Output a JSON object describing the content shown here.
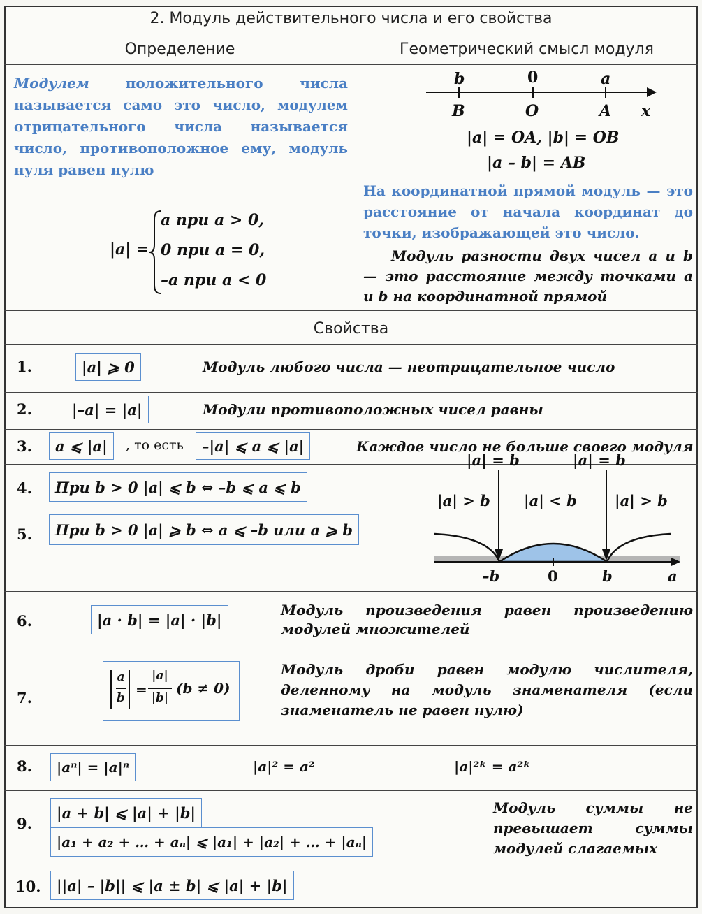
{
  "title": "2. Модуль действительного числа и его свойства",
  "col_definition": "Определение",
  "col_geometric": "Геометрический смысл модуля",
  "definition": {
    "term": "Модулем",
    "text": "положительного числа называется само это число, модулем отрицательного числа называется число, противоположное ему, модуль нуля равен нулю",
    "formula_lhs": "|a| =",
    "cases": [
      "a при a > 0,",
      "0 при a = 0,",
      "–a при a < 0"
    ]
  },
  "geometry": {
    "axis_top_labels": [
      "b",
      "0",
      "a"
    ],
    "axis_bottom_labels": [
      "B",
      "O",
      "A",
      "x"
    ],
    "eq1": "|a| = OA, |b| = OB",
    "eq2": "|a – b| = AB",
    "blue_text": "На координатной прямой модуль — это расстояние от начала координат до точки, изображающей это число.",
    "italic_text": "Модуль разности двух чисел a и b — это расстояние между точками a и b на координатной прямой"
  },
  "properties_header": "Свойства",
  "properties": [
    {
      "n": "1.",
      "formula": "|a| ⩾ 0",
      "desc": "Модуль любого числа — неотрицательное число"
    },
    {
      "n": "2.",
      "formula": "|–a| = |a|",
      "desc": "Модули противоположных чисел равны"
    },
    {
      "n": "3.",
      "formula": "a ⩽ |a|",
      "connector": ", то есть",
      "formula2": "–|a| ⩽ a ⩽ |a|",
      "desc": "Каждое число не больше своего модуля"
    },
    {
      "n": "4.",
      "formula": "При b > 0 |a| ⩽ b ⇔ –b ⩽ a ⩽ b"
    },
    {
      "n": "5.",
      "formula": "При b > 0 |a| ⩾ b ⇔ a ⩽ –b или a ⩾ b"
    },
    {
      "n": "6.",
      "formula": "|a · b| = |a| · |b|",
      "desc": "Модуль произведения равен произведению модулей множителей"
    },
    {
      "n": "7.",
      "formula_lhs": "a",
      "formula_lhs_den": "b",
      "formula_rhs": "|a|",
      "formula_rhs_den": "|b|",
      "formula_cond": "(b ≠ 0)",
      "desc": "Модуль дроби равен модулю числителя, деленному на модуль знаменателя (если знаменатель не равен нулю)"
    },
    {
      "n": "8.",
      "formula": "|aⁿ| = |a|ⁿ",
      "extra1": "|a|² = a²",
      "extra2": "|a|²ᵏ = a²ᵏ"
    },
    {
      "n": "9.",
      "formula": "|a + b| ⩽ |a| + |b|",
      "formula2": "|a₁ + a₂ + … + aₙ| ⩽ |a₁| + |a₂| + … + |aₙ|",
      "desc": "Модуль суммы не превышает суммы модулей слагаемых"
    },
    {
      "n": "10.",
      "formula": "||a| – |b|| ⩽ |a ± b| ⩽ |a| + |b|"
    }
  ],
  "diagram": {
    "top_labels": [
      "|a| = b",
      "|a| = b"
    ],
    "mid_labels": [
      "|a| > b",
      "|a| < b",
      "|a| > b"
    ],
    "axis_labels": [
      "–b",
      "0",
      "b",
      "a"
    ],
    "fill_color": "#9ec3e8"
  }
}
